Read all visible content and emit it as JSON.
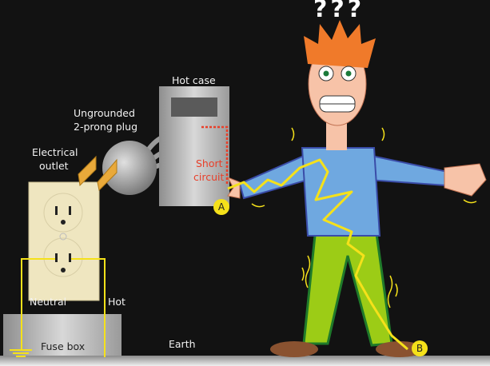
{
  "labels": {
    "hot_case": "Hot case",
    "plug_line1": "Ungrounded",
    "plug_line2": "2-prong plug",
    "outlet_line1": "Electrical",
    "outlet_line2": "outlet",
    "short_line1": "Short",
    "short_line2": "circuit",
    "neutral": "Neutral",
    "hot": "Hot",
    "fuse_box": "Fuse box",
    "earth": "Earth",
    "point_a": "A",
    "point_b": "B",
    "confusion": "???"
  },
  "colors": {
    "background": "#121212",
    "wire": "#f5e11a",
    "short_circuit": "#e8402a",
    "shirt": "#6fa8e0",
    "pants": "#9ccc16",
    "hair": "#f07a2a"
  }
}
